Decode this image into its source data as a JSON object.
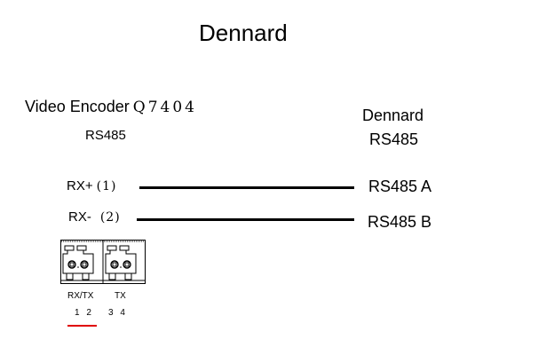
{
  "title": "Dennard",
  "encoder": {
    "name": "Video Encoder",
    "model": "Q7404",
    "interface": "RS485",
    "pins": [
      {
        "label": "RX+",
        "number": "(1)"
      },
      {
        "label": "RX-",
        "number": "(2)"
      }
    ],
    "terminal": {
      "group_labels": [
        "RX/TX",
        "TX"
      ],
      "pin_numbers": [
        "1 2",
        "3 4"
      ],
      "highlighted_pins": "1 2",
      "highlight_color": "#e00000"
    }
  },
  "dennard": {
    "name": "Dennard",
    "interface": "RS485",
    "signals": [
      "RS485 A",
      "RS485 B"
    ]
  },
  "connections": [
    {
      "from": "RX+ (1)",
      "to": "RS485 A"
    },
    {
      "from": "RX- (2)",
      "to": "RS485 B"
    }
  ]
}
